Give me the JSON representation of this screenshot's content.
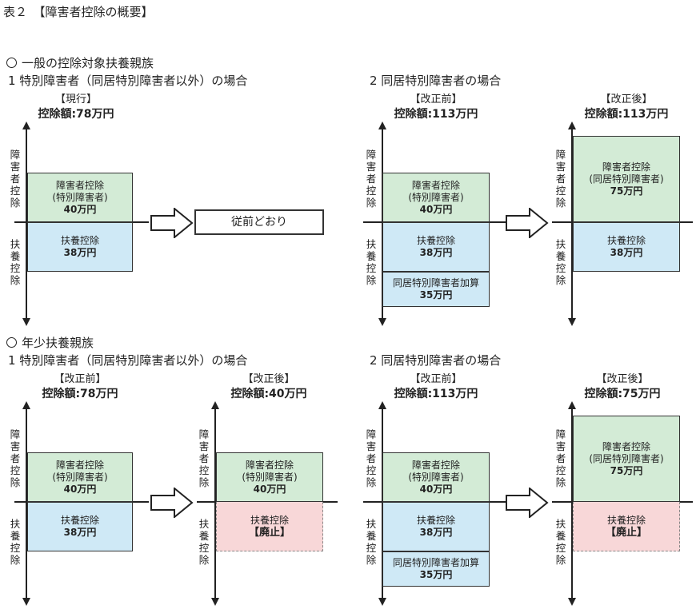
{
  "title": "表２　【障害者控除の概要】",
  "section1": {
    "heading": "一般の控除対象扶養親族",
    "case1": "1  特別障害者（同居特別障害者以外）の場合",
    "case2": "2  同居特別障害者の場合"
  },
  "section2": {
    "heading": "年少扶養親族",
    "case1": "1  特別障害者（同居特別障害者以外）の場合",
    "case2": "2  同居特別障害者の場合"
  },
  "labels": {
    "genko": "【現行】",
    "before": "【改正前】",
    "after": "【改正後】",
    "amount_78": "控除額:78万円",
    "amount_113": "控除額:113万円",
    "amount_40": "控除額:40万円",
    "amount_75": "控除額:75万円",
    "axis_top": "障害者控除",
    "axis_bottom": "扶養控除",
    "unchanged": "従前どおり"
  },
  "boxes": {
    "disability_special": {
      "l1": "障害者控除",
      "l2": "(特別障害者)",
      "amt": "40万円"
    },
    "disability_cohab": {
      "l1": "障害者控除",
      "l2": "(同居特別障害者)",
      "amt": "75万円"
    },
    "dependent": {
      "l1": "扶養控除",
      "amt": "38万円"
    },
    "cohab_add": {
      "l1": "同居特別障害者加算",
      "amt": "35万円"
    },
    "dependent_abolished": {
      "l1": "扶養控除",
      "amt": "【廃止】"
    }
  }
}
